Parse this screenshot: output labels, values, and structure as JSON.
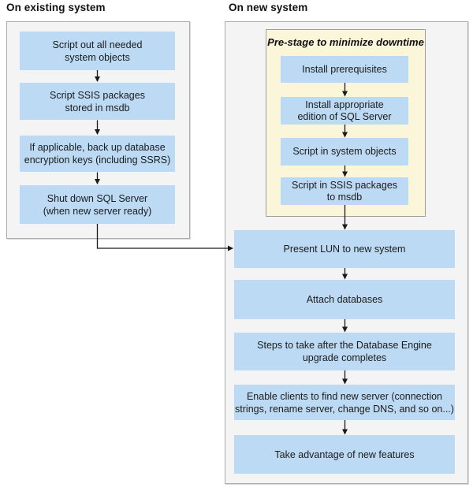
{
  "left": {
    "title": "On existing system",
    "steps": [
      "Script out all needed\nsystem objects",
      "Script SSIS packages\nstored in msdb",
      "If applicable, back up database\nencryption keys (including SSRS)",
      "Shut down SQL Server\n(when new server ready)"
    ]
  },
  "right": {
    "title": "On new system",
    "prestage": {
      "title": "Pre-stage to minimize downtime",
      "steps": [
        "Install prerequisites",
        "Install appropriate\nedition of SQL Server",
        "Script in system objects",
        "Script in SSIS packages\nto msdb"
      ]
    },
    "steps": [
      "Present LUN to new system",
      "Attach databases",
      "Steps to take after the Database Engine\nupgrade completes",
      "Enable clients to find new server (connection\nstrings, rename server, change DNS, and so on...)",
      "Take advantage of new features"
    ]
  },
  "colors": {
    "step_fill": "#BCDAF3",
    "prestage_fill": "#FBF5D9",
    "prestage_border": "#9E9E9E",
    "panel_fill": "#F4F4F4",
    "panel_border": "#ABABAB",
    "arrow": "#1A1A1A",
    "text": "#1B1B1B"
  }
}
